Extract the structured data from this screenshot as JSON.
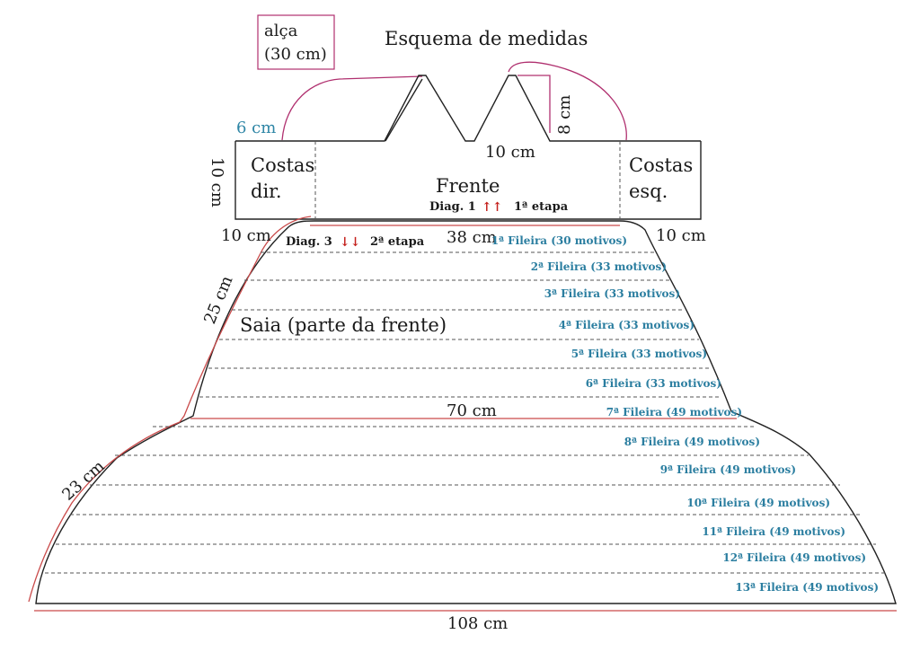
{
  "title": "Esquema de medidas",
  "strap": {
    "line1": "alça",
    "line2": "(30 cm)"
  },
  "dims": {
    "strap_width": "6 cm",
    "v_height": "8 cm",
    "v_gap": "10 cm",
    "bodice_height": "10 cm",
    "left_back_width": "10 cm",
    "front_width": "38 cm",
    "right_back_width": "10 cm",
    "upper_side": "25 cm",
    "waist_width": "70 cm",
    "lower_side": "23 cm",
    "hem_width": "108 cm"
  },
  "panels": {
    "back_right": {
      "line1": "Costas",
      "line2": "dir."
    },
    "front": "Frente",
    "back_left": {
      "line1": "Costas",
      "line2": "esq."
    },
    "skirt": "Saia (parte da frente)"
  },
  "diagrams": {
    "diag1": {
      "label": "Diag. 1",
      "arrows": "↑↑",
      "stage": "1ª etapa"
    },
    "diag3": {
      "label": "Diag. 3",
      "arrows": "↓↓",
      "stage": "2ª etapa"
    }
  },
  "rows": [
    "1ª Fileira (30 motivos)",
    "2ª Fileira (33 motivos)",
    "3ª Fileira (33 motivos)",
    "4ª Fileira (33 motivos)",
    "5ª Fileira (33 motivos)",
    "6ª Fileira (33 motivos)",
    "7ª Fileira (49 motivos)",
    "8ª Fileira (49 motivos)",
    "9ª Fileira (49 motivos)",
    "10ª Fileira (49 motivos)",
    "11ª Fileira (49 motivos)",
    "12ª Fileira (49 motivos)",
    "13ª Fileira (49 motivos)"
  ],
  "colors": {
    "outline": "#222222",
    "dimension_pink": "#b0306f",
    "row_label_blue": "#2b7ea0",
    "arrow_red": "#c4201c"
  }
}
